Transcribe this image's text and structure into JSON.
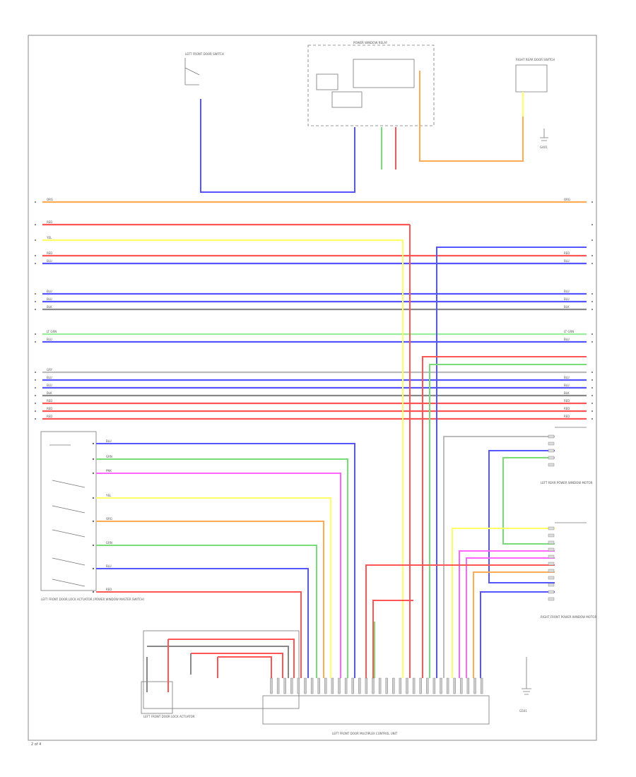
{
  "page_label": "2 of 4",
  "colors": {
    "frame": "#888888",
    "connector": "#666666",
    "label": "#555555"
  },
  "wire_palette": {
    "ORG": "#ffaa55",
    "RED": "#ff5555",
    "YEL": "#ffff66",
    "BLU": "#5555ff",
    "BLK": "#888888",
    "GRN": "#77dd77",
    "PNK": "#ff66ff",
    "LT GRN": "#99ee99",
    "VIO": "#bb66ff",
    "TAN": "#e8c890",
    "GRY": "#bbbbbb"
  },
  "bus_wires": [
    {
      "color": "ORG",
      "left_tag": "ORG",
      "right_tag": "ORG"
    },
    {
      "color": "RED",
      "left_tag": "RED",
      "right_tag": ""
    },
    {
      "color": "YEL",
      "left_tag": "YEL",
      "right_tag": ""
    },
    {
      "color": "RED",
      "left_tag": "RED",
      "right_tag": "RED"
    },
    {
      "color": "BLU",
      "left_tag": "BLU",
      "right_tag": "BLU"
    },
    {
      "color": "BLU",
      "left_tag": "BLU",
      "right_tag": "BLU"
    },
    {
      "color": "BLU",
      "left_tag": "BLU",
      "right_tag": "BLU"
    },
    {
      "color": "BLK",
      "left_tag": "BLK",
      "right_tag": "BLK"
    },
    {
      "color": "LT GRN",
      "left_tag": "LT GRN",
      "right_tag": "LT GRN"
    },
    {
      "color": "BLU",
      "left_tag": "BLU",
      "right_tag": "BLU"
    },
    {
      "color": "GRY",
      "left_tag": "GRY",
      "right_tag": ""
    },
    {
      "color": "BLU",
      "left_tag": "BLU",
      "right_tag": "BLU"
    },
    {
      "color": "BLU",
      "left_tag": "BLU",
      "right_tag": "BLU"
    },
    {
      "color": "BLK",
      "left_tag": "BLK",
      "right_tag": "BLK"
    },
    {
      "color": "RED",
      "left_tag": "RED",
      "right_tag": "RED"
    },
    {
      "color": "RED",
      "left_tag": "RED",
      "right_tag": "RED"
    },
    {
      "color": "RED",
      "left_tag": "RED",
      "right_tag": "RED"
    }
  ],
  "switch_wires": [
    {
      "color": "BLU",
      "tag": "BLU"
    },
    {
      "color": "GRN",
      "tag": "GRN"
    },
    {
      "color": "PNK",
      "tag": "PNK"
    },
    {
      "color": "YEL",
      "tag": "YEL"
    },
    {
      "color": "ORG",
      "tag": "ORG"
    },
    {
      "color": "GRN",
      "tag": "GRN"
    },
    {
      "color": "BLU",
      "tag": "BLU"
    },
    {
      "color": "RED",
      "tag": "RED"
    }
  ],
  "components": {
    "top_left_switch": "LEFT FRONT DOOR SWITCH",
    "power_window_relay": "POWER WINDOW RELAY",
    "right_rear_door_switch": "RIGHT REAR DOOR SWITCH",
    "ground_note": "G401",
    "master_switch": "LEFT FRONT DOOR LOCK ACTUATOR (POWER WINDOW MASTER SWITCH)",
    "lock_actuator": "LEFT FRONT DOOR LOCK ACTUATOR",
    "lf_multiplex_unit": "LEFT FRONT DOOR MULTIPLEX CONTROL UNIT",
    "lr_window_motor": "LEFT REAR POWER WINDOW MOTOR",
    "rf_window_motor": "RIGHT FRONT POWER WINDOW MOTOR",
    "window_ground": "G501"
  }
}
